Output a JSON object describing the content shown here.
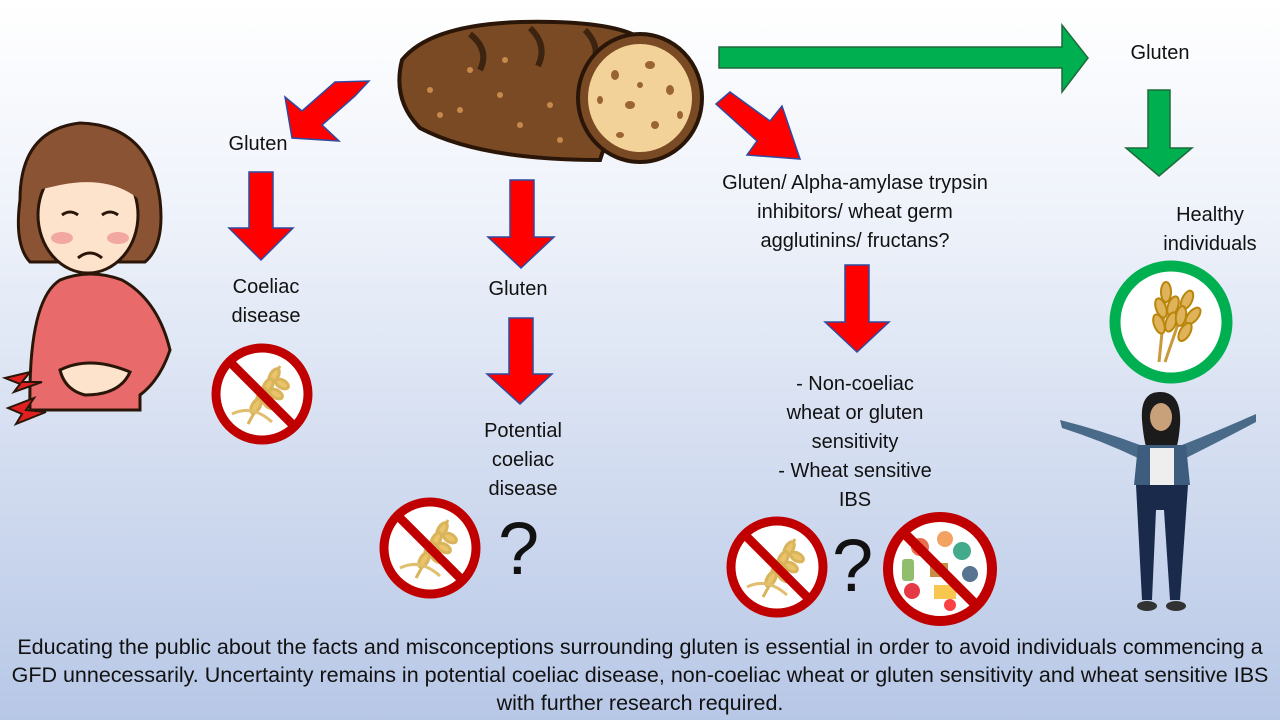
{
  "labels": {
    "gluten_left": "Gluten",
    "coeliac_disease": "Coeliac\ndisease",
    "gluten_center": "Gluten",
    "potential_coeliac": "Potential\ncoeliac\ndisease",
    "triggers": "Gluten/ Alpha-amylase trypsin\ninhibitors/ wheat germ\nagglutinins/ fructans?",
    "ncgs_ibs": "- Non-coeliac\nwheat or gluten\nsensitivity\n- Wheat sensitive\nIBS",
    "gluten_right": "Gluten",
    "healthy": "Healthy\nindividuals",
    "question_mark": "?"
  },
  "caption": "Educating the public about the facts and misconceptions surrounding gluten is essential in order to avoid individuals commencing a GFD unnecessarily. Uncertainty remains in potential coeliac disease, non-coeliac wheat or gluten sensitivity and wheat sensitive IBS with further research required.",
  "colors": {
    "red_arrow": "#ff0000",
    "green_arrow": "#00b050",
    "prohibition": "#c00000",
    "bread_crust": "#7a4a24",
    "bread_crumb": "#f3d29a"
  },
  "icons": [
    "bread-icon",
    "sick-woman-icon",
    "no-gluten-icon",
    "no-fodmap-food-icon",
    "wheat-allowed-icon",
    "healthy-woman-icon"
  ]
}
